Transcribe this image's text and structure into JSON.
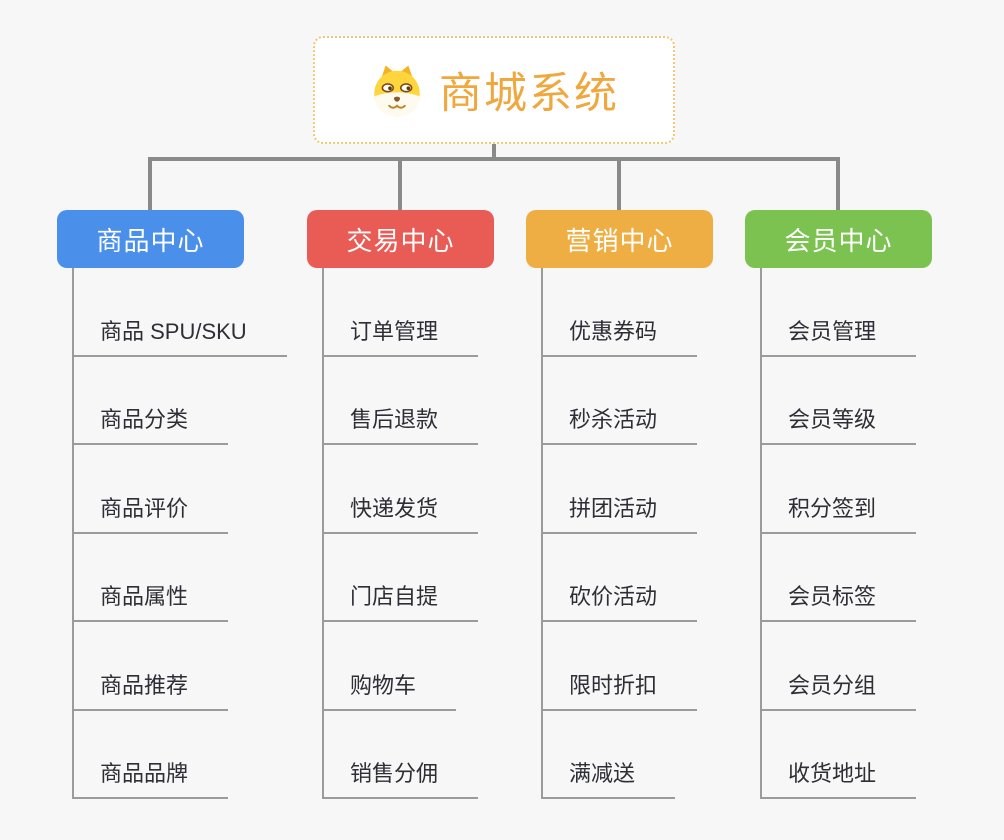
{
  "root": {
    "title": "商城系统",
    "icon": "dog-face-icon",
    "text_color": "#f0a83e",
    "border_color": "#f3c672",
    "bg": "#ffffff"
  },
  "branches": [
    {
      "label": "商品中心",
      "color": "#4a8fea",
      "children": [
        "商品 SPU/SKU",
        "商品分类",
        "商品评价",
        "商品属性",
        "商品推荐",
        "商品品牌"
      ]
    },
    {
      "label": "交易中心",
      "color": "#e95b55",
      "children": [
        "订单管理",
        "售后退款",
        "快递发货",
        "门店自提",
        "购物车",
        "销售分佣"
      ]
    },
    {
      "label": "营销中心",
      "color": "#eeae43",
      "children": [
        "优惠券码",
        "秒杀活动",
        "拼团活动",
        "砍价活动",
        "限时折扣",
        "满减送"
      ]
    },
    {
      "label": "会员中心",
      "color": "#7cc250",
      "children": [
        "会员管理",
        "会员等级",
        "积分签到",
        "会员标签",
        "会员分组",
        "收货地址"
      ]
    }
  ],
  "style": {
    "background": "#f7f7f7",
    "connector_color": "#8a8a8a",
    "leaf_line_color": "#9b9b9b",
    "leaf_text_color": "#2e2e36"
  }
}
